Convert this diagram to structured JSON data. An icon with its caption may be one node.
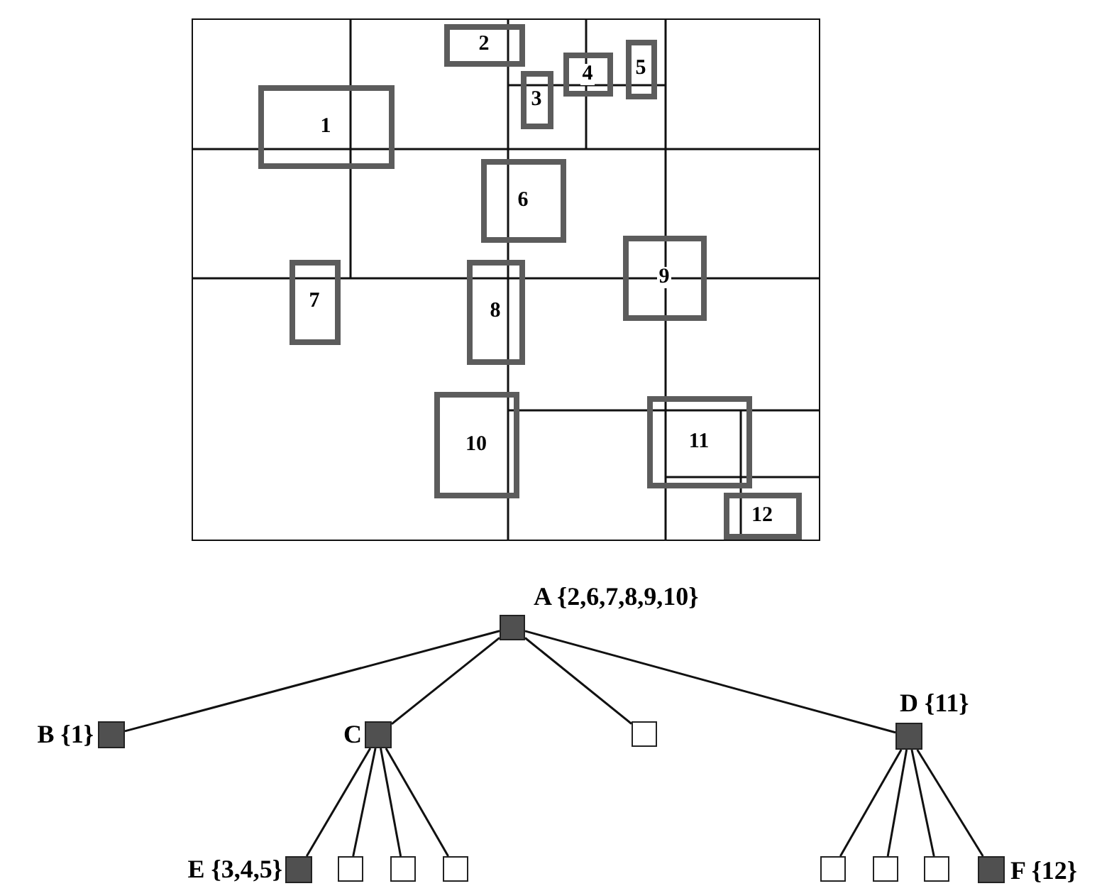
{
  "diagram": {
    "nodes": [
      {
        "text": [],
        "shape": "box"
      },
      {
        "text": [
          "1"
        ],
        "in": 0
      },
      {
        "text": [
          "2"
        ],
        "in": 0
      },
      {
        "text": [
          "3"
        ],
        "in": 0
      },
      {
        "text": [
          "4"
        ],
        "in": 0
      },
      {
        "text": [
          "5"
        ],
        "in": 0
      },
      {
        "text": [
          "6"
        ],
        "in": 0
      },
      {
        "text": [
          "7"
        ],
        "in": 0
      },
      {
        "text": [
          "8"
        ],
        "in": 0
      },
      {
        "text": [
          "9"
        ],
        "in": 0
      },
      {
        "text": [
          "10"
        ],
        "in": 0
      },
      {
        "text": [
          "11"
        ],
        "in": 0
      },
      {
        "text": [
          "12"
        ],
        "in": 0
      },
      {
        "text": [
          "A {2,6,7,8,9,10}"
        ]
      },
      {
        "text": [
          "B {1}"
        ]
      },
      {
        "text": [
          "C"
        ]
      },
      {
        "text": [],
        "shape": "box"
      },
      {
        "text": [
          "D {11}"
        ]
      },
      {
        "text": [
          "E {3,4,5}"
        ]
      },
      {
        "text": [],
        "shape": "box"
      },
      {
        "text": [],
        "shape": "box"
      },
      {
        "text": [],
        "shape": "box"
      },
      {
        "text": [],
        "shape": "box"
      },
      {
        "text": [],
        "shape": "box"
      },
      {
        "text": [],
        "shape": "box"
      },
      {
        "text": [
          "F {12}"
        ]
      }
    ],
    "edges": [
      {
        "from": 13,
        "to": 14,
        "arrow": "none"
      },
      {
        "from": 13,
        "to": 15,
        "arrow": "none"
      },
      {
        "from": 13,
        "to": 16,
        "arrow": "none"
      },
      {
        "from": 13,
        "to": 17,
        "arrow": "none"
      },
      {
        "from": 15,
        "to": 18,
        "arrow": "none"
      },
      {
        "from": 15,
        "to": 19,
        "arrow": "none"
      },
      {
        "from": 15,
        "to": 20,
        "arrow": "none"
      },
      {
        "from": 15,
        "to": 21,
        "arrow": "none"
      },
      {
        "from": 17,
        "to": 22,
        "arrow": "none"
      },
      {
        "from": 17,
        "to": 23,
        "arrow": "none"
      },
      {
        "from": 17,
        "to": 24,
        "arrow": "none"
      },
      {
        "from": 17,
        "to": 25,
        "arrow": "none"
      }
    ]
  }
}
